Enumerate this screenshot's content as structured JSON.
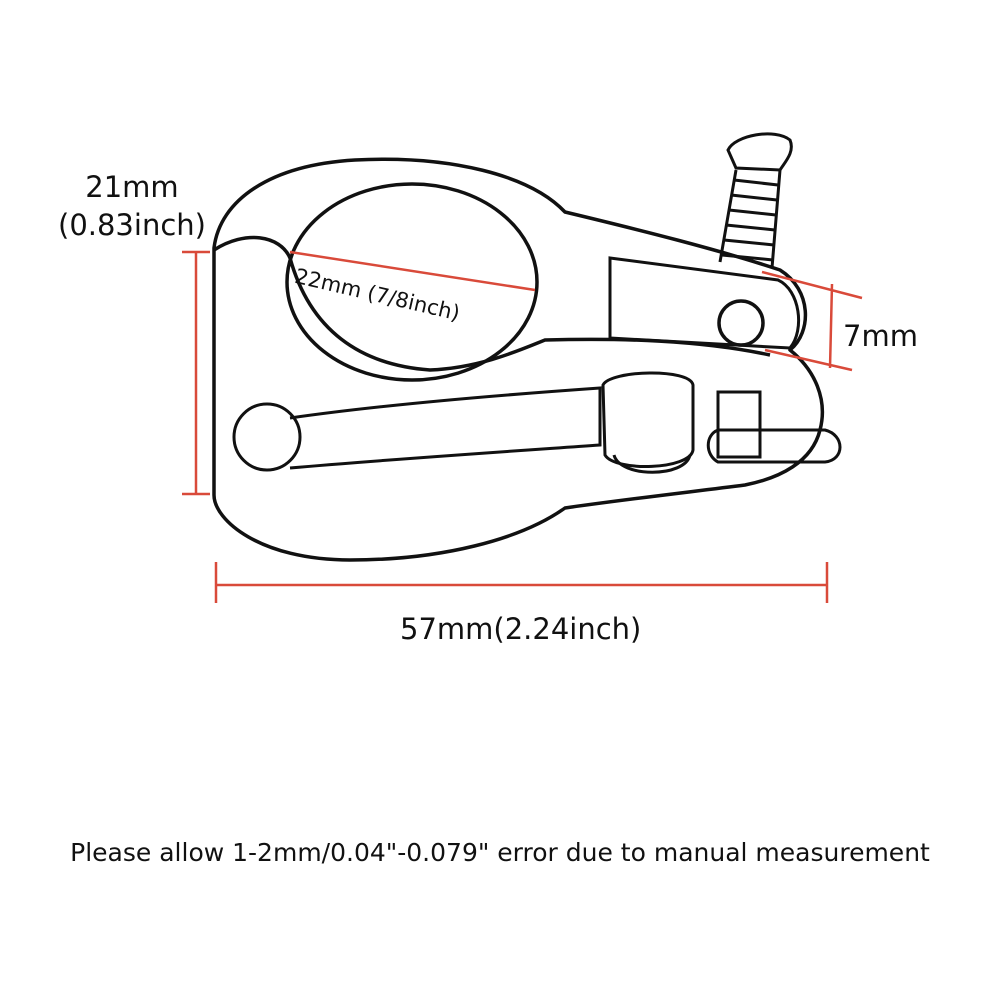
{
  "labels": {
    "height_mm": "21mm",
    "height_inch": "(0.83inch)",
    "inner_diameter": "22mm (7/8inch)",
    "slot_width": "7mm",
    "length": "57mm(2.24inch)"
  },
  "note": "Please allow 1-2mm/0.04\"-0.079\" error due to manual measurement",
  "colors": {
    "dimension_line": "#d94a3a",
    "outline": "#111111",
    "background": "#ffffff"
  }
}
